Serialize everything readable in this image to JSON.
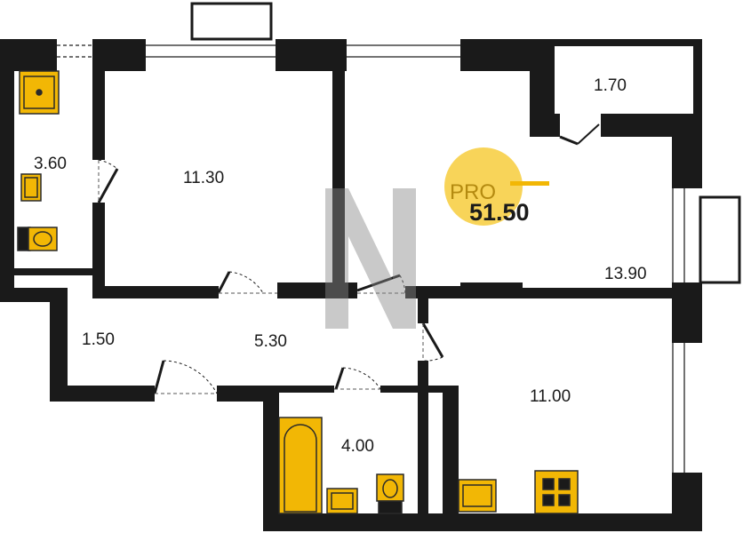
{
  "plan": {
    "total_area": "51.50",
    "badge_text": "PRO",
    "colors": {
      "wall": "#1a1a1a",
      "fixture": "#f2b705",
      "fixture_stroke": "#2a2a2a",
      "badge": "#f7cd3c",
      "watermark": "#8a8a8a"
    },
    "rooms": {
      "wc": "3.60",
      "bedroom": "11.30",
      "living": "13.90",
      "storage": "1.70",
      "hall_small": "1.50",
      "hall": "5.30",
      "bathroom": "4.00",
      "kitchen": "11.00"
    }
  }
}
